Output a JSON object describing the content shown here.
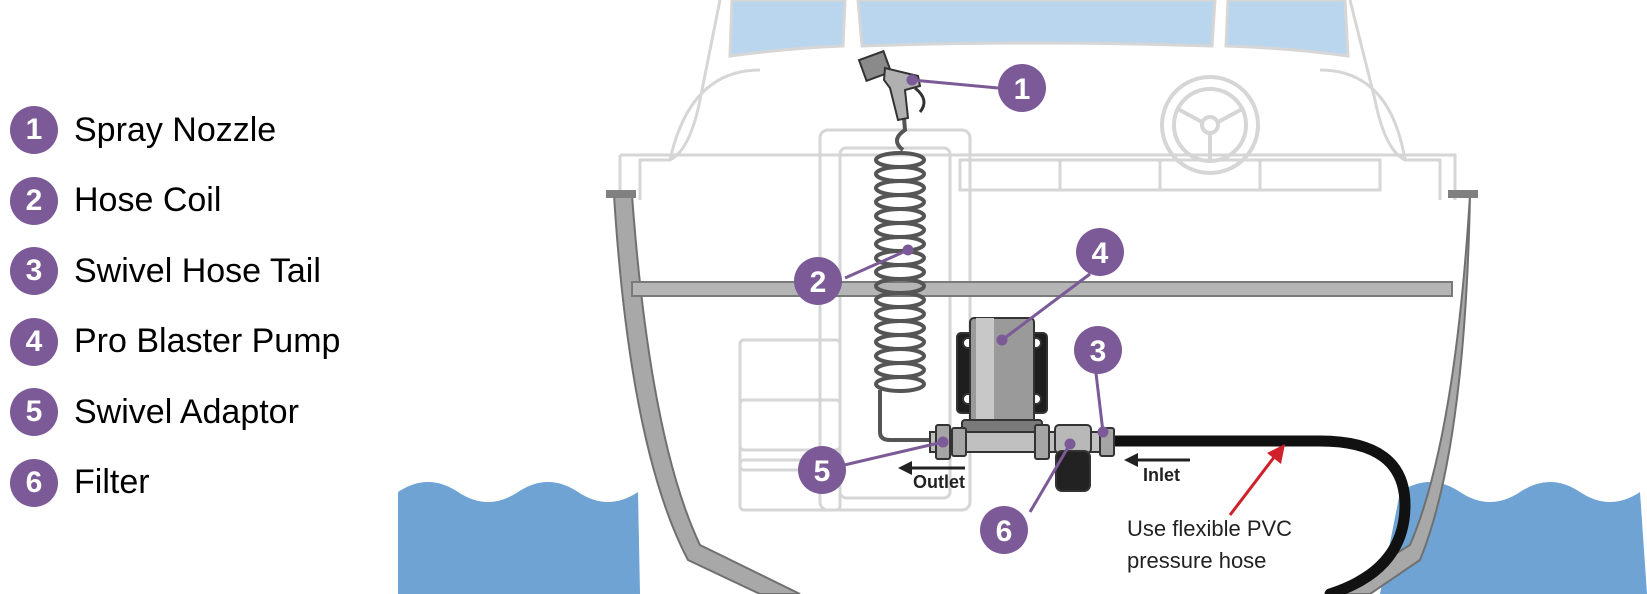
{
  "legend": {
    "items": [
      {
        "num": "1",
        "label": "Spray Nozzle"
      },
      {
        "num": "2",
        "label": "Hose Coil"
      },
      {
        "num": "3",
        "label": "Swivel Hose Tail"
      },
      {
        "num": "4",
        "label": "Pro Blaster Pump"
      },
      {
        "num": "5",
        "label": "Swivel Adaptor"
      },
      {
        "num": "6",
        "label": "Filter"
      }
    ]
  },
  "diagram": {
    "callouts": [
      "1",
      "2",
      "3",
      "4",
      "5",
      "6"
    ],
    "outlet_label": "Outlet",
    "inlet_label": "Inlet",
    "note_line1": "Use flexible PVC",
    "note_line2": "pressure hose"
  },
  "colors": {
    "accent": "#7b5a97",
    "water": "#6fa3d4",
    "window": "#b9d6ee",
    "hull_outline": "#d6d6d6",
    "rail": "#8c8c8c",
    "arrow": "#d0202a",
    "hose": "#111111"
  }
}
